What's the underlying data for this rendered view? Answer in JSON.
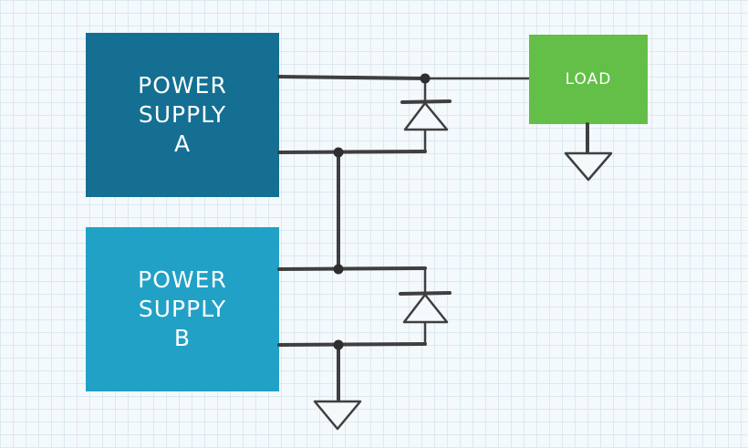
{
  "power_supply_a": {
    "lines": [
      "POWER",
      "SUPPLY",
      "A"
    ],
    "color": "#146f93"
  },
  "power_supply_b": {
    "lines": [
      "POWER",
      "SUPPLY",
      "B"
    ],
    "color": "#22a1c6"
  },
  "load": {
    "label": "LOAD",
    "color": "#63bf48"
  },
  "wire_color": "#3f3f3f",
  "grid_color": "#dbe9f1"
}
